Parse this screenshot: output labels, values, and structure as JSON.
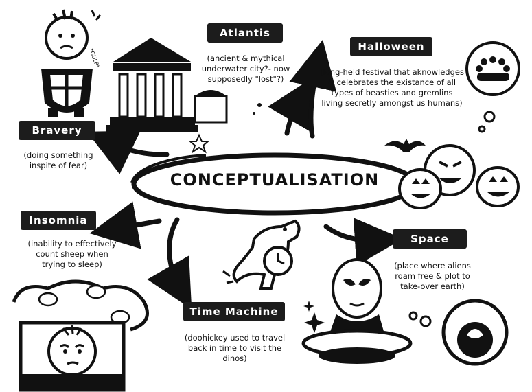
{
  "center": {
    "title": "CONCEPTUALISATION"
  },
  "nodes": {
    "atlantis": {
      "label": "Atlantis",
      "desc": "(ancient & mythical underwater city?- now supposedly \"lost\"?)"
    },
    "halloween": {
      "label": "Halloween",
      "desc": "(long-held festival that aknowledges & celebrates the existance of all types of beasties and gremlins living secretly amongst us humans)"
    },
    "bravery": {
      "label": "Bravery",
      "desc": "(doing something inspite of fear)"
    },
    "insomnia": {
      "label": "Insomnia",
      "desc": "(inability to effectively count sheep when trying to sleep)"
    },
    "time_machine": {
      "label": "Time Machine",
      "desc": "(doohickey used to travel back in time to visit the dinos)"
    },
    "space": {
      "label": "Space",
      "desc": "(place where aliens roam free & plot to take-over earth)"
    }
  },
  "illustrations": {
    "gulp_text": "*GULP*"
  }
}
